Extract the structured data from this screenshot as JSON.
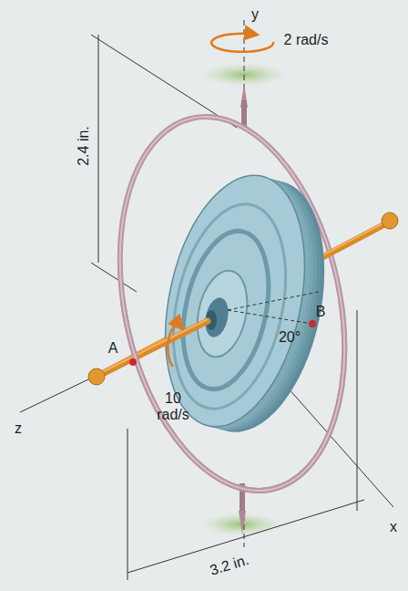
{
  "diagram": {
    "labels": [
      "y",
      "2 rad/s",
      "2.4 in.",
      "B",
      "20°",
      "A",
      "z",
      "10 rad/s",
      "3.2 in.",
      "x"
    ]
  }
}
